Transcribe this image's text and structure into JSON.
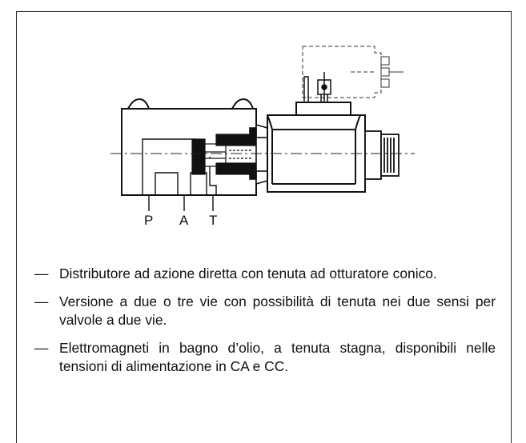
{
  "ports": {
    "p": "P",
    "a": "A",
    "t": "T"
  },
  "bullets": [
    {
      "dash": "—",
      "text": "Distributore ad azione diretta con tenuta ad otturatore conico."
    },
    {
      "dash": "—",
      "text": "Versione a due o tre vie con possibilità di tenuta nei due sensi per valvole a due vie."
    },
    {
      "dash": "—",
      "text": "Elettromagneti in bagno d’olio, a tenuta stagna, disponibili nelle tensioni di alimentazione in CA e CC."
    }
  ]
}
